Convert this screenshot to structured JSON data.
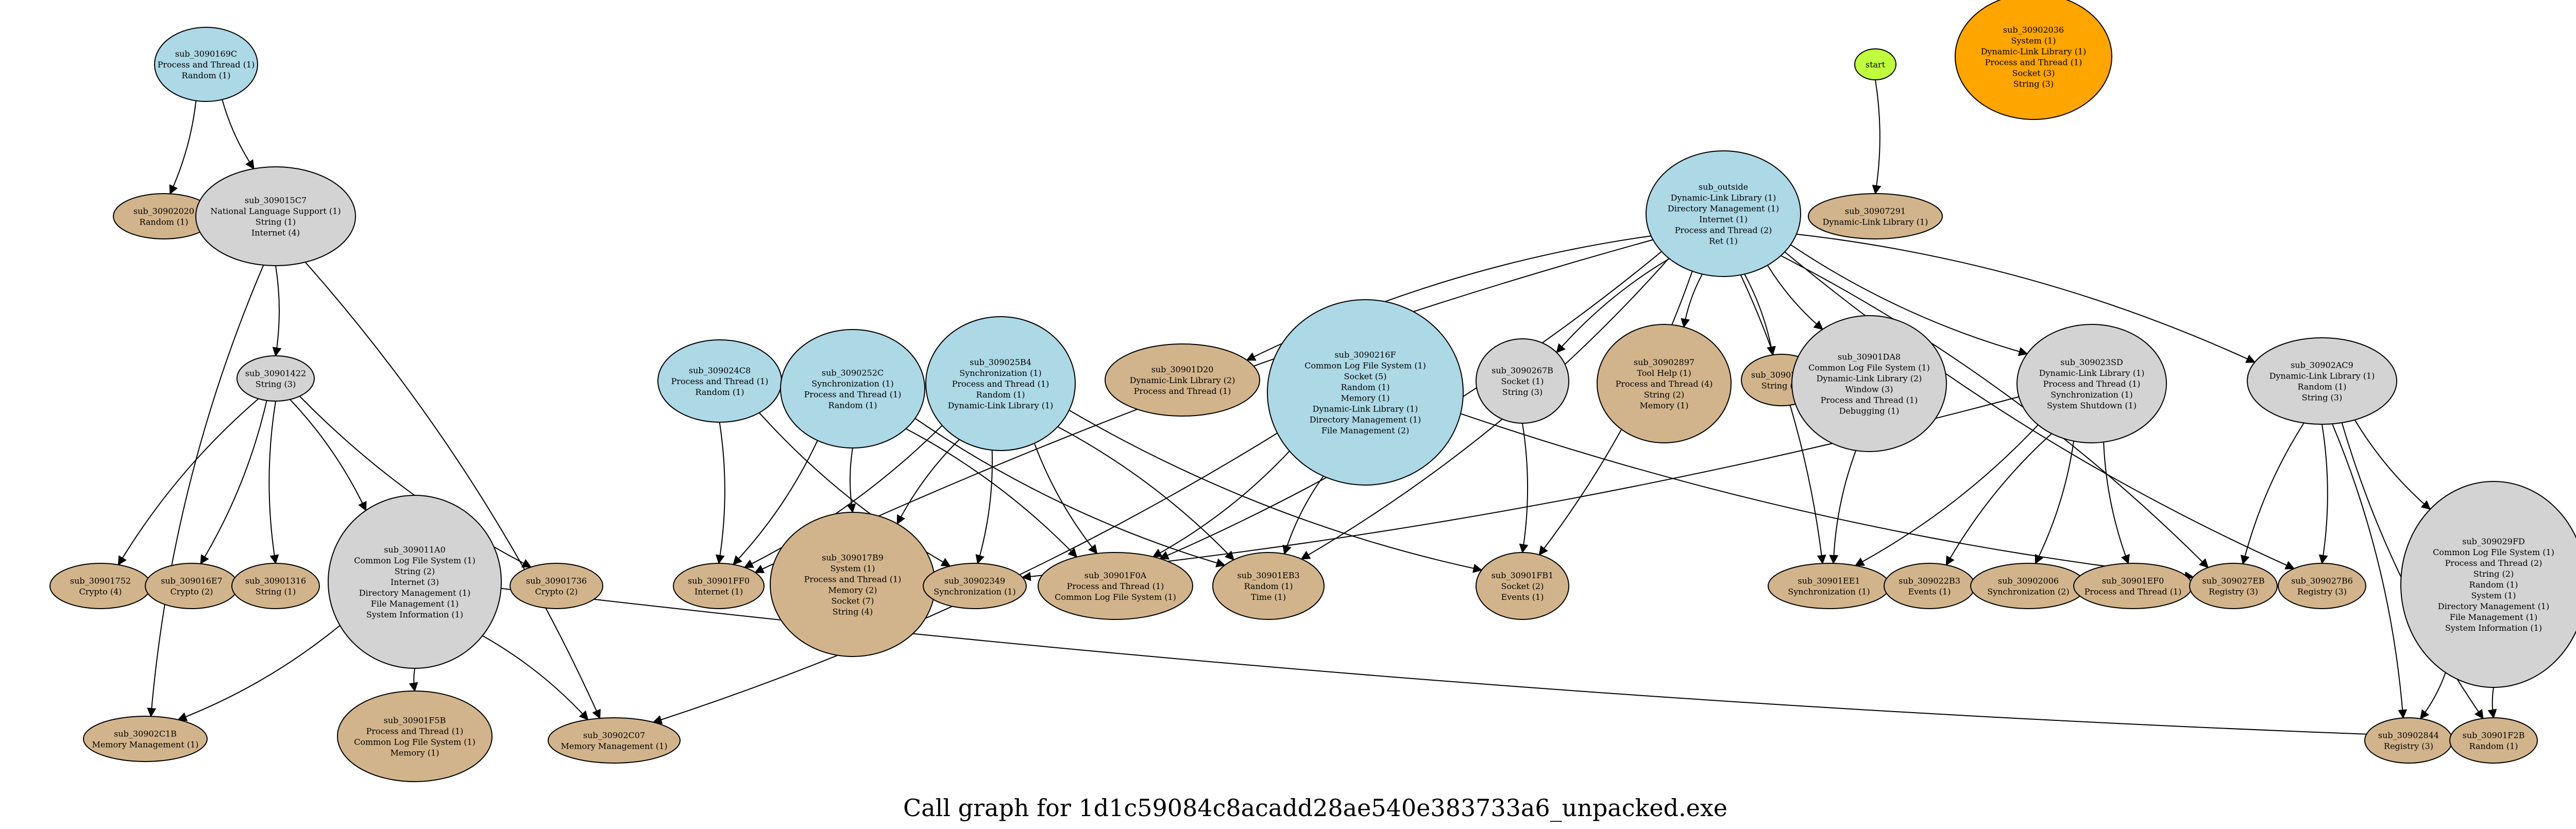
{
  "title": "Call graph for 1d1c59084c8acadd28ae540e383733a6_unpacked.exe",
  "colors": {
    "blue": "#add8e6",
    "gray": "#d3d3d3",
    "tan": "#d2b48c",
    "orange": "#ffa500",
    "green": "#c0ff3e",
    "edge": "#000000"
  },
  "nodes": [
    {
      "id": "sub_3090169C",
      "color": "blue",
      "lines": [
        "sub_3090169C",
        "Process and Thread (1)",
        "Random (1)"
      ]
    },
    {
      "id": "sub_30902020",
      "color": "tan",
      "lines": [
        "sub_30902020",
        "Random (1)"
      ]
    },
    {
      "id": "sub_309015C7",
      "color": "gray",
      "lines": [
        "sub_309015C7",
        "National Language Support (1)",
        "String (1)",
        "Internet (4)"
      ]
    },
    {
      "id": "sub_30901422",
      "color": "gray",
      "lines": [
        "sub_30901422",
        "String (3)"
      ]
    },
    {
      "id": "sub_30901752",
      "color": "tan",
      "lines": [
        "sub_30901752",
        "Crypto (4)"
      ]
    },
    {
      "id": "sub_309016E7",
      "color": "tan",
      "lines": [
        "sub_309016E7",
        "Crypto (2)"
      ]
    },
    {
      "id": "sub_30901316",
      "color": "tan",
      "lines": [
        "sub_30901316",
        "String (1)"
      ]
    },
    {
      "id": "sub_309011A0",
      "color": "gray",
      "lines": [
        "sub_309011A0",
        "Common Log File System (1)",
        "String (2)",
        "Internet (3)",
        "Directory Management (1)",
        "File Management (1)",
        "System Information (1)"
      ]
    },
    {
      "id": "sub_30901736",
      "color": "tan",
      "lines": [
        "sub_30901736",
        "Crypto (2)"
      ]
    },
    {
      "id": "sub_30902C1B",
      "color": "tan",
      "lines": [
        "sub_30902C1B",
        "Memory Management (1)"
      ]
    },
    {
      "id": "sub_30901F5B",
      "color": "tan",
      "lines": [
        "sub_30901F5B",
        "Process and Thread (1)",
        "Common Log File System (1)",
        "Memory (1)"
      ]
    },
    {
      "id": "sub_30902C07",
      "color": "tan",
      "lines": [
        "sub_30902C07",
        "Memory Management (1)"
      ]
    },
    {
      "id": "sub_309024C8",
      "color": "blue",
      "lines": [
        "sub_309024C8",
        "Process and Thread (1)",
        "Random (1)"
      ]
    },
    {
      "id": "sub_3090252C",
      "color": "blue",
      "lines": [
        "sub_3090252C",
        "Synchronization (1)",
        "Process and Thread (1)",
        "Random (1)"
      ]
    },
    {
      "id": "sub_309025B4",
      "color": "blue",
      "lines": [
        "sub_309025B4",
        "Synchronization (1)",
        "Process and Thread (1)",
        "Random (1)",
        "Dynamic-Link Library (1)"
      ]
    },
    {
      "id": "sub_30901D20",
      "color": "tan",
      "lines": [
        "sub_30901D20",
        "Dynamic-Link Library (2)",
        "Process and Thread (1)"
      ]
    },
    {
      "id": "sub_3090216F",
      "color": "blue",
      "lines": [
        "sub_3090216F",
        "Common Log File System (1)",
        "Socket (5)",
        "Random (1)",
        "Memory (1)",
        "Dynamic-Link Library (1)",
        "Directory Management (1)",
        "File Management (2)"
      ]
    },
    {
      "id": "sub_3090267B",
      "color": "gray",
      "lines": [
        "sub_3090267B",
        "Socket (1)",
        "String (3)"
      ]
    },
    {
      "id": "sub_outside",
      "color": "blue",
      "lines": [
        "sub_outside",
        "Dynamic-Link Library (1)",
        "Directory Management (1)",
        "Internet (1)",
        "Process and Thread (2)",
        "Ret (1)"
      ]
    },
    {
      "id": "sub_30902897",
      "color": "tan",
      "lines": [
        "sub_30902897",
        "Tool Help (1)",
        "Process and Thread (4)",
        "String (2)",
        "Memory (1)"
      ]
    },
    {
      "id": "sub_30907433",
      "color": "tan",
      "lines": [
        "sub_30907433",
        "String (1)"
      ]
    },
    {
      "id": "sub_30901DA8",
      "color": "gray",
      "lines": [
        "sub_30901DA8",
        "Common Log File System (1)",
        "Dynamic-Link Library (2)",
        "Window (3)",
        "Process and Thread (1)",
        "Debugging (1)"
      ]
    },
    {
      "id": "sub_309023SD",
      "color": "gray",
      "lines": [
        "sub_309023SD",
        "Dynamic-Link Library (1)",
        "Process and Thread (1)",
        "Synchronization (1)",
        "System Shutdown (1)"
      ]
    },
    {
      "id": "sub_30902AC9",
      "color": "gray",
      "lines": [
        "sub_30902AC9",
        "Dynamic-Link Library (1)",
        "Random (1)",
        "String (3)"
      ]
    },
    {
      "id": "start",
      "color": "green",
      "lines": [
        "start"
      ]
    },
    {
      "id": "sub_30907291",
      "color": "tan",
      "lines": [
        "sub_30907291",
        "Dynamic-Link Library (1)"
      ]
    },
    {
      "id": "sub_30902036",
      "color": "orange",
      "lines": [
        "sub_30902036",
        "System (1)",
        "Dynamic-Link Library (1)",
        "Process and Thread (1)",
        "Socket (3)",
        "String (3)"
      ]
    },
    {
      "id": "sub_30901FF0",
      "color": "tan",
      "lines": [
        "sub_30901FF0",
        "Internet (1)"
      ]
    },
    {
      "id": "sub_309017B9",
      "color": "tan",
      "lines": [
        "sub_309017B9",
        "System (1)",
        "Process and Thread (1)",
        "Memory (2)",
        "Socket (7)",
        "String (4)"
      ]
    },
    {
      "id": "sub_30902349",
      "color": "tan",
      "lines": [
        "sub_30902349",
        "Synchronization (1)"
      ]
    },
    {
      "id": "sub_30901F0A",
      "color": "tan",
      "lines": [
        "sub_30901F0A",
        "Process and Thread (1)",
        "Common Log File System (1)"
      ]
    },
    {
      "id": "sub_30901EB3",
      "color": "tan",
      "lines": [
        "sub_30901EB3",
        "Random (1)",
        "Time (1)"
      ]
    },
    {
      "id": "sub_30901FB1",
      "color": "tan",
      "lines": [
        "sub_30901FB1",
        "Socket (2)",
        "Events (1)"
      ]
    },
    {
      "id": "sub_30901EE1",
      "color": "tan",
      "lines": [
        "sub_30901EE1",
        "Synchronization (1)"
      ]
    },
    {
      "id": "sub_309022B3",
      "color": "tan",
      "lines": [
        "sub_309022B3",
        "Events (1)"
      ]
    },
    {
      "id": "sub_30902006",
      "color": "tan",
      "lines": [
        "sub_30902006",
        "Synchronization (2)"
      ]
    },
    {
      "id": "sub_30901EF0",
      "color": "tan",
      "lines": [
        "sub_30901EF0",
        "Process and Thread (1)"
      ]
    },
    {
      "id": "sub_309027EB",
      "color": "tan",
      "lines": [
        "sub_309027EB",
        "Registry (3)"
      ]
    },
    {
      "id": "sub_309027B6",
      "color": "tan",
      "lines": [
        "sub_309027B6",
        "Registry (3)"
      ]
    },
    {
      "id": "sub_309029FD",
      "color": "gray",
      "lines": [
        "sub_309029FD",
        "Common Log File System (1)",
        "Process and Thread (2)",
        "String (2)",
        "Random (1)",
        "System (1)",
        "Directory Management (1)",
        "File Management (1)",
        "System Information (1)"
      ]
    },
    {
      "id": "sub_30902844",
      "color": "tan",
      "lines": [
        "sub_30902844",
        "Registry (3)"
      ]
    },
    {
      "id": "sub_30901F2B",
      "color": "tan",
      "lines": [
        "sub_30901F2B",
        "Random (1)"
      ]
    }
  ],
  "edges": [
    [
      "sub_3090169C",
      "sub_30902020"
    ],
    [
      "sub_3090169C",
      "sub_309015C7"
    ],
    [
      "sub_309015C7",
      "sub_30901422"
    ],
    [
      "sub_309015C7",
      "sub_30902C1B"
    ],
    [
      "sub_309015C7",
      "sub_30902C07"
    ],
    [
      "sub_30901422",
      "sub_30901752"
    ],
    [
      "sub_30901422",
      "sub_309016E7"
    ],
    [
      "sub_30901422",
      "sub_30901316"
    ],
    [
      "sub_30901422",
      "sub_309011A0"
    ],
    [
      "sub_30901422",
      "sub_30901736"
    ],
    [
      "sub_309011A0",
      "sub_30902C1B"
    ],
    [
      "sub_309011A0",
      "sub_30901F5B"
    ],
    [
      "sub_309011A0",
      "sub_30902C07"
    ],
    [
      "sub_309011A0",
      "sub_30901F2B"
    ],
    [
      "sub_309024C8",
      "sub_30901FF0"
    ],
    [
      "sub_309024C8",
      "sub_30902349"
    ],
    [
      "sub_3090252C",
      "sub_30901FF0"
    ],
    [
      "sub_3090252C",
      "sub_309017B9"
    ],
    [
      "sub_3090252C",
      "sub_30901F0A"
    ],
    [
      "sub_3090252C",
      "sub_30901EB3"
    ],
    [
      "sub_309025B4",
      "sub_30901FF0"
    ],
    [
      "sub_309025B4",
      "sub_309017B9"
    ],
    [
      "sub_309025B4",
      "sub_30902349"
    ],
    [
      "sub_309025B4",
      "sub_30901F0A"
    ],
    [
      "sub_309025B4",
      "sub_30901EB3"
    ],
    [
      "sub_309025B4",
      "sub_30901FB1"
    ],
    [
      "sub_3090216F",
      "sub_30901F0A"
    ],
    [
      "sub_3090216F",
      "sub_30901EB3"
    ],
    [
      "sub_3090216F",
      "sub_30902C07"
    ],
    [
      "sub_3090216F",
      "sub_309027EB"
    ],
    [
      "sub_3090267B",
      "sub_30901FB1"
    ],
    [
      "sub_outside",
      "sub_30901FF0"
    ],
    [
      "sub_outside",
      "sub_30901F0A"
    ],
    [
      "sub_outside",
      "sub_30901D20"
    ],
    [
      "sub_outside",
      "sub_30901EB3"
    ],
    [
      "sub_outside",
      "sub_3090267B"
    ],
    [
      "sub_outside",
      "sub_30901FB1"
    ],
    [
      "sub_outside",
      "sub_30902897"
    ],
    [
      "sub_outside",
      "sub_30907433"
    ],
    [
      "sub_outside",
      "sub_30901DA8"
    ],
    [
      "sub_outside",
      "sub_30901EE1"
    ],
    [
      "sub_outside",
      "sub_309023SD"
    ],
    [
      "sub_outside",
      "sub_309027EB"
    ],
    [
      "sub_outside",
      "sub_309027B6"
    ],
    [
      "sub_outside",
      "sub_30902AC9"
    ],
    [
      "sub_30901DA8",
      "sub_30901EE1"
    ],
    [
      "sub_309023SD",
      "sub_30901EE1"
    ],
    [
      "sub_309023SD",
      "sub_309022B3"
    ],
    [
      "sub_309023SD",
      "sub_30902006"
    ],
    [
      "sub_309023SD",
      "sub_30901EF0"
    ],
    [
      "sub_309023SD",
      "sub_30902349"
    ],
    [
      "sub_30902AC9",
      "sub_309027EB"
    ],
    [
      "sub_30902AC9",
      "sub_309027B6"
    ],
    [
      "sub_30902AC9",
      "sub_309029FD"
    ],
    [
      "sub_30902AC9",
      "sub_30902844"
    ],
    [
      "sub_30902AC9",
      "sub_30901F2B"
    ],
    [
      "sub_309029FD",
      "sub_30902844"
    ],
    [
      "sub_309029FD",
      "sub_30901F2B"
    ],
    [
      "start",
      "sub_30907291"
    ]
  ]
}
